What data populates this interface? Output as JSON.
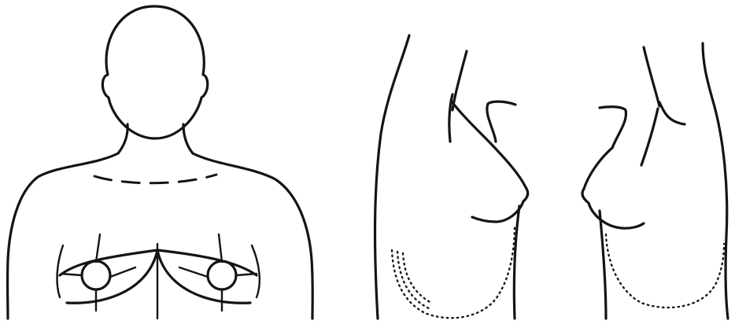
{
  "figure": {
    "background_color": "#ffffff",
    "ink_color": "#141414",
    "panels": [
      {
        "id": "front-view",
        "marks": [
          "head-outline",
          "neck-outline",
          "shoulder-outline",
          "clavicle-dashed-line",
          "left-breast",
          "right-breast",
          "left-areola-circle",
          "right-areola-circle"
        ]
      },
      {
        "id": "right-oblique-view",
        "marks": [
          "torso-outline",
          "arm-outline",
          "breast-profile",
          "inframammary-dotted-line"
        ]
      },
      {
        "id": "left-oblique-view",
        "marks": [
          "torso-outline",
          "arm-outline",
          "breast-profile",
          "inframammary-dotted-line"
        ]
      }
    ]
  }
}
